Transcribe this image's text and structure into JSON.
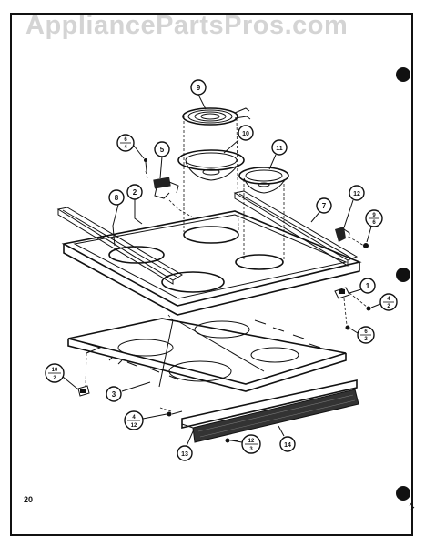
{
  "watermark": "AppliancePartsPros.com",
  "page_number": "20",
  "callouts": {
    "c9": "9",
    "c10": "10",
    "c11": "11",
    "c5": "5",
    "c8": "8",
    "c2": "2",
    "c7": "7",
    "c12": "12",
    "c1": "1",
    "c3": "3",
    "c13": "13",
    "c14": "14"
  },
  "fractions": {
    "f_6_4": {
      "top": "6",
      "bottom": "4"
    },
    "f_9_6": {
      "top": "9",
      "bottom": "6"
    },
    "f_4_2": {
      "top": "4",
      "bottom": "2"
    },
    "f_6_2": {
      "top": "6",
      "bottom": "2"
    },
    "f_10_2": {
      "top": "10",
      "bottom": "2"
    },
    "f_4_12": {
      "top": "4",
      "bottom": "12"
    },
    "f_12_3": {
      "top": "12",
      "bottom": "3"
    }
  }
}
